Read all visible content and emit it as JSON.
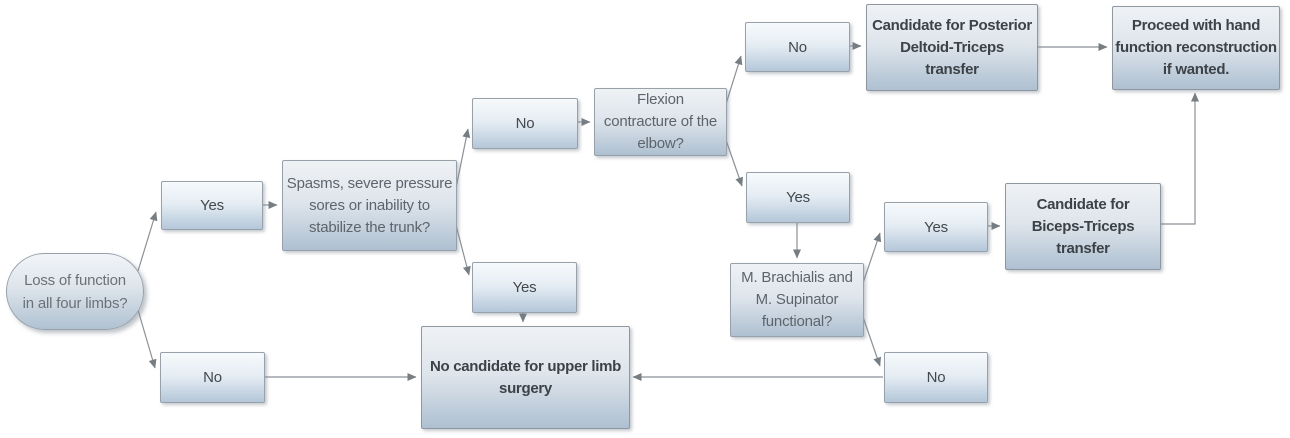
{
  "diagram": {
    "description": "Decision flowchart for upper limb surgery candidacy in loss of function of all four limbs",
    "style": {
      "box_gradient_top": "#f7fafc",
      "box_gradient_bottom": "#b4c7d9",
      "border_color": "#98a1aa",
      "line_color": "#8b9196",
      "text_color": "#43484d",
      "question_text_color": "#5d646b",
      "background": "#ffffff"
    },
    "nodes": {
      "start": {
        "type": "terminator",
        "label": "Loss of function\nin all four limbs?"
      },
      "yes_limbs": {
        "type": "decision-answer",
        "label": "Yes"
      },
      "no_limbs": {
        "type": "decision-answer",
        "label": "No"
      },
      "spasms": {
        "type": "question",
        "label": "Spasms, severe pressure\nsores or inability to\nstabilize the trunk?"
      },
      "no_spasms": {
        "type": "decision-answer",
        "label": "No"
      },
      "yes_spasms": {
        "type": "decision-answer",
        "label": "Yes"
      },
      "flexion": {
        "type": "question",
        "label": "Flexion\ncontracture of the\nelbow?"
      },
      "no_contracture": {
        "type": "decision-answer",
        "label": "No"
      },
      "yes_contracture": {
        "type": "decision-answer",
        "label": "Yes"
      },
      "posterior": {
        "type": "outcome",
        "label": "Candidate for Posterior\nDeltoid-Triceps\ntransfer"
      },
      "proceed": {
        "type": "outcome",
        "label": "Proceed with hand\nfunction reconstruction\nif wanted."
      },
      "brachialis": {
        "type": "question",
        "label": "M. Brachialis and\nM. Supinator\nfunctional?"
      },
      "yes_functional": {
        "type": "decision-answer",
        "label": "Yes"
      },
      "no_functional": {
        "type": "decision-answer",
        "label": "No"
      },
      "biceps": {
        "type": "outcome",
        "label": "Candidate for\nBiceps-Triceps\ntransfer"
      },
      "no_candidate": {
        "type": "outcome",
        "label": "No candidate for upper limb\nsurgery"
      }
    },
    "edges": [
      {
        "from": "start",
        "to": "yes_limbs"
      },
      {
        "from": "start",
        "to": "no_limbs"
      },
      {
        "from": "yes_limbs",
        "to": "spasms"
      },
      {
        "from": "spasms",
        "to": "no_spasms"
      },
      {
        "from": "spasms",
        "to": "yes_spasms"
      },
      {
        "from": "no_spasms",
        "to": "flexion"
      },
      {
        "from": "flexion",
        "to": "no_contracture"
      },
      {
        "from": "flexion",
        "to": "yes_contracture"
      },
      {
        "from": "no_contracture",
        "to": "posterior"
      },
      {
        "from": "posterior",
        "to": "proceed"
      },
      {
        "from": "yes_contracture",
        "to": "brachialis"
      },
      {
        "from": "brachialis",
        "to": "yes_functional"
      },
      {
        "from": "brachialis",
        "to": "no_functional"
      },
      {
        "from": "yes_functional",
        "to": "biceps"
      },
      {
        "from": "biceps",
        "to": "proceed"
      },
      {
        "from": "yes_spasms",
        "to": "no_candidate"
      },
      {
        "from": "no_limbs",
        "to": "no_candidate"
      },
      {
        "from": "no_functional",
        "to": "no_candidate"
      }
    ]
  }
}
